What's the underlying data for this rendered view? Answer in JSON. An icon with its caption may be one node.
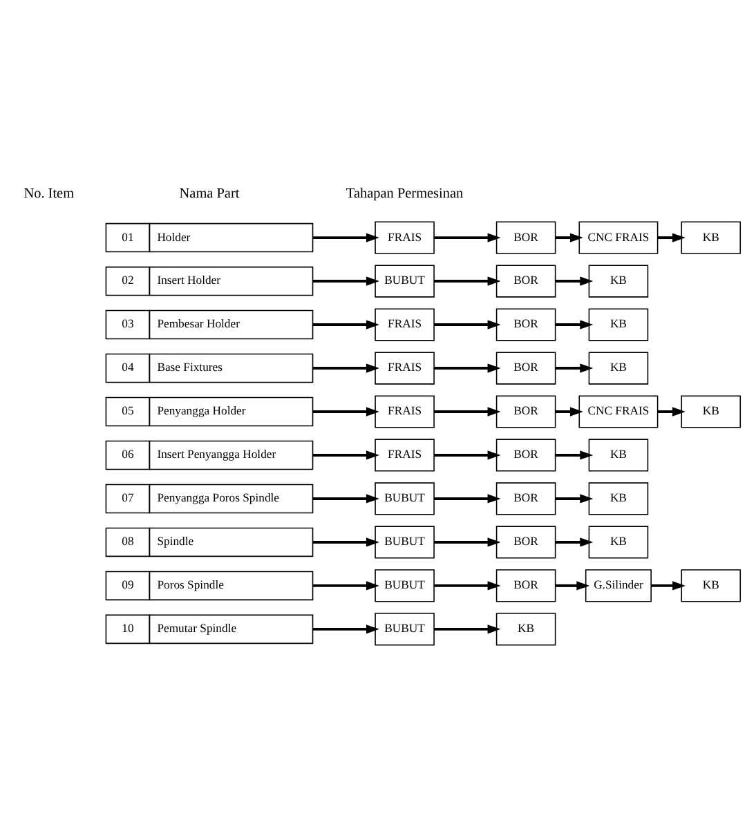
{
  "diagram": {
    "nodes": [
      {
        "text": [
          "01",
          "Holder"
        ]
      },
      {
        "text": [
          "FRAIS"
        ]
      },
      {
        "text": [
          "BOR"
        ]
      },
      {
        "text": [
          "CNC FRAIS"
        ]
      },
      {
        "text": [
          "KB"
        ]
      },
      {
        "text": [
          "02",
          "Insert Holder"
        ]
      },
      {
        "text": [
          "BUBUT"
        ]
      },
      {
        "text": [
          "BOR"
        ]
      },
      {
        "text": [
          "KB"
        ]
      },
      {
        "text": [
          "03",
          "Pembesar Holder"
        ]
      },
      {
        "text": [
          "FRAIS"
        ]
      },
      {
        "text": [
          "BOR"
        ]
      },
      {
        "text": [
          "KB"
        ]
      },
      {
        "text": [
          "04",
          "Base Fixtures"
        ]
      },
      {
        "text": [
          "FRAIS"
        ]
      },
      {
        "text": [
          "BOR"
        ]
      },
      {
        "text": [
          "KB"
        ]
      },
      {
        "text": [
          "05",
          "Penyangga Holder"
        ]
      },
      {
        "text": [
          "FRAIS"
        ]
      },
      {
        "text": [
          "BOR"
        ]
      },
      {
        "text": [
          "CNC FRAIS"
        ]
      },
      {
        "text": [
          "KB"
        ]
      },
      {
        "text": [
          "06",
          "Insert Penyangga Holder"
        ]
      },
      {
        "text": [
          "FRAIS"
        ]
      },
      {
        "text": [
          "BOR"
        ]
      },
      {
        "text": [
          "KB"
        ]
      },
      {
        "text": [
          "07",
          "Penyangga Poros Spindle"
        ]
      },
      {
        "text": [
          "BUBUT"
        ]
      },
      {
        "text": [
          "BOR"
        ]
      },
      {
        "text": [
          "KB"
        ]
      },
      {
        "text": [
          "08",
          "Spindle"
        ]
      },
      {
        "text": [
          "BUBUT"
        ]
      },
      {
        "text": [
          "BOR"
        ]
      },
      {
        "text": [
          "KB"
        ]
      },
      {
        "text": [
          "09",
          "Poros Spindle"
        ]
      },
      {
        "text": [
          "BUBUT"
        ]
      },
      {
        "text": [
          "BOR"
        ]
      },
      {
        "text": [
          "G.Silinder"
        ]
      },
      {
        "text": [
          "KB"
        ]
      },
      {
        "text": [
          "10",
          "Pemutar Spindle"
        ]
      },
      {
        "text": [
          "BUBUT"
        ]
      },
      {
        "text": [
          "KB"
        ]
      }
    ],
    "edges": [
      {
        "from": 0,
        "to": 1,
        "arrow": "to"
      },
      {
        "from": 1,
        "to": 2,
        "arrow": "to"
      },
      {
        "from": 2,
        "to": 3,
        "arrow": "to"
      },
      {
        "from": 3,
        "to": 4,
        "arrow": "to"
      },
      {
        "from": 5,
        "to": 6,
        "arrow": "to"
      },
      {
        "from": 6,
        "to": 7,
        "arrow": "to"
      },
      {
        "from": 7,
        "to": 8,
        "arrow": "to"
      },
      {
        "from": 9,
        "to": 10,
        "arrow": "to"
      },
      {
        "from": 10,
        "to": 11,
        "arrow": "to"
      },
      {
        "from": 11,
        "to": 12,
        "arrow": "to"
      },
      {
        "from": 13,
        "to": 14,
        "arrow": "to"
      },
      {
        "from": 14,
        "to": 15,
        "arrow": "to"
      },
      {
        "from": 15,
        "to": 16,
        "arrow": "to"
      },
      {
        "from": 17,
        "to": 18,
        "arrow": "to"
      },
      {
        "from": 18,
        "to": 19,
        "arrow": "to"
      },
      {
        "from": 19,
        "to": 20,
        "arrow": "to"
      },
      {
        "from": 20,
        "to": 21,
        "arrow": "to"
      },
      {
        "from": 22,
        "to": 23,
        "arrow": "to"
      },
      {
        "from": 23,
        "to": 24,
        "arrow": "to"
      },
      {
        "from": 24,
        "to": 25,
        "arrow": "to"
      },
      {
        "from": 26,
        "to": 27,
        "arrow": "to"
      },
      {
        "from": 27,
        "to": 28,
        "arrow": "to"
      },
      {
        "from": 28,
        "to": 29,
        "arrow": "to"
      },
      {
        "from": 30,
        "to": 31,
        "arrow": "to"
      },
      {
        "from": 31,
        "to": 32,
        "arrow": "to"
      },
      {
        "from": 32,
        "to": 33,
        "arrow": "to"
      },
      {
        "from": 34,
        "to": 35,
        "arrow": "to"
      },
      {
        "from": 35,
        "to": 36,
        "arrow": "to"
      },
      {
        "from": 36,
        "to": 37,
        "arrow": "to"
      },
      {
        "from": 37,
        "to": 38,
        "arrow": "to"
      },
      {
        "from": 39,
        "to": 40,
        "arrow": "to"
      },
      {
        "from": 40,
        "to": 41,
        "arrow": "to"
      }
    ],
    "labels": [
      "No. Item",
      "Nama Part",
      "Tahapan Permesinan"
    ]
  }
}
